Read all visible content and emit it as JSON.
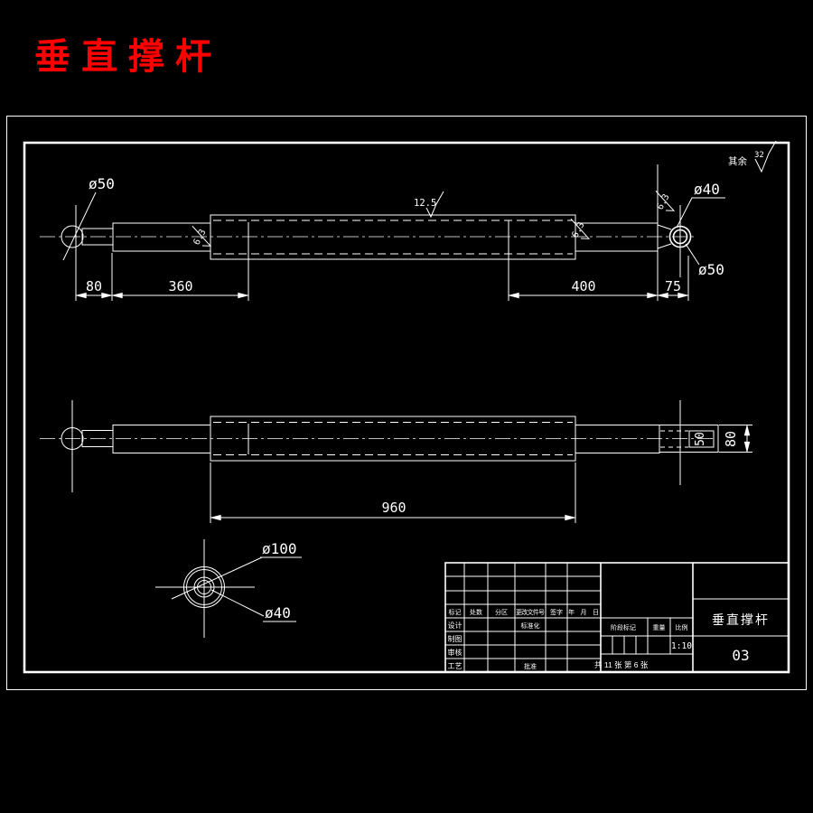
{
  "title": {
    "text": "垂直撑杆"
  },
  "general_note": {
    "prefix": "其余",
    "roughness": "32"
  },
  "top_view": {
    "dim_ball_dia": "ø50",
    "dim_len_ball": "80",
    "dim_len_left": "360",
    "dim_len_right": "400",
    "dim_len_eye": "75",
    "dim_eye_hole": "ø40",
    "dim_eye_outer": "ø50",
    "rough_tube": "12.5",
    "rough_step_left": "6.3",
    "rough_step_right": "6.3",
    "rough_eye": "6.3"
  },
  "side_view": {
    "dim_total_len": "960",
    "dim_eye_width": "50",
    "dim_eye_height": "80"
  },
  "section_view": {
    "dim_outer": "ø100",
    "dim_inner": "ø40"
  },
  "title_block": {
    "header": [
      "标记",
      "处数",
      "分区",
      "更改文件号",
      "签字",
      "年 月 日"
    ],
    "row_design": "设计",
    "row_draft": "制图",
    "row_check": "审核",
    "row_process": "工艺",
    "standardization": "标准化",
    "approval": "批准",
    "stage_mark": "阶段标记",
    "weight": "重量",
    "scale": "比例",
    "scale_value": "1:10",
    "sheet_info": "共 11 张 第 6 张",
    "part_name": "垂直撑杆",
    "drawing_number": "03"
  }
}
